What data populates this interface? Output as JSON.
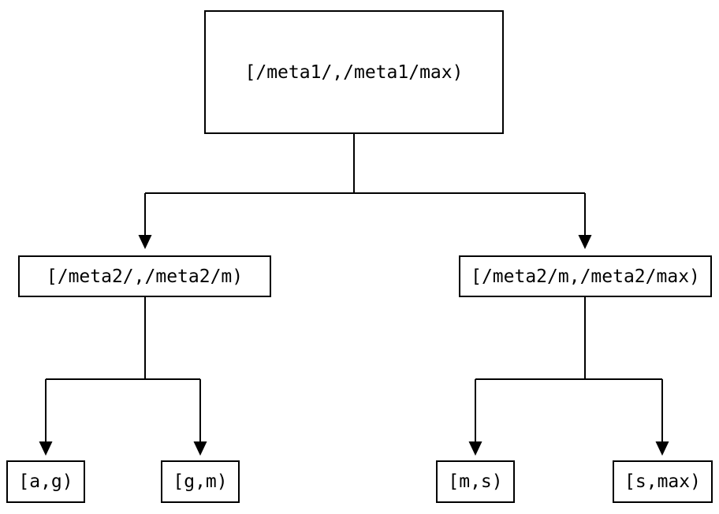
{
  "colors": {
    "background": "#ffffff",
    "line": "#000000",
    "text": "#000000",
    "node_fill": "#ffffff",
    "node_border": "#000000"
  },
  "diagram_type": "tree",
  "nodes": {
    "root": {
      "label": "[/meta1/,/meta1/max)"
    },
    "range_left": {
      "label": "[/meta2/,/meta2/m)"
    },
    "range_right": {
      "label": "[/meta2/m,/meta2/max)"
    },
    "leaf_ag": {
      "label": "[a,g)"
    },
    "leaf_gm": {
      "label": "[g,m)"
    },
    "leaf_ms": {
      "label": "[m,s)"
    },
    "leaf_smax": {
      "label": "[s,max)"
    }
  },
  "edges": [
    {
      "from": "root",
      "to": "range_left"
    },
    {
      "from": "root",
      "to": "range_right"
    },
    {
      "from": "range_left",
      "to": "leaf_ag"
    },
    {
      "from": "range_left",
      "to": "leaf_gm"
    },
    {
      "from": "range_right",
      "to": "leaf_ms"
    },
    {
      "from": "range_right",
      "to": "leaf_smax"
    }
  ]
}
